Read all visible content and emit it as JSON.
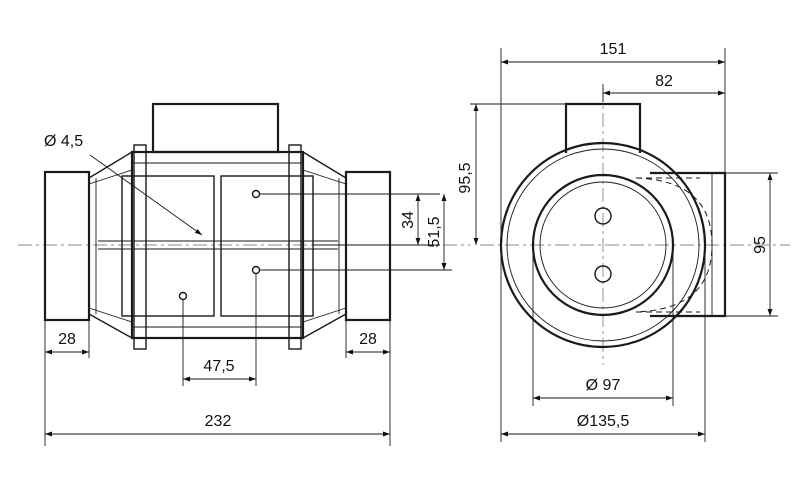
{
  "dimensions": {
    "hole_diameter": "Ø 4,5",
    "side_height_34": "34",
    "side_height_51_5": "51,5",
    "left_end_width": "28",
    "right_end_width": "28",
    "hole_spacing": "47,5",
    "total_length": "232",
    "total_width": "151",
    "outlet_offset": "82",
    "height_95_5": "95,5",
    "outlet_height": "95",
    "inner_diameter": "Ø 97",
    "outer_diameter": "Ø135,5"
  }
}
